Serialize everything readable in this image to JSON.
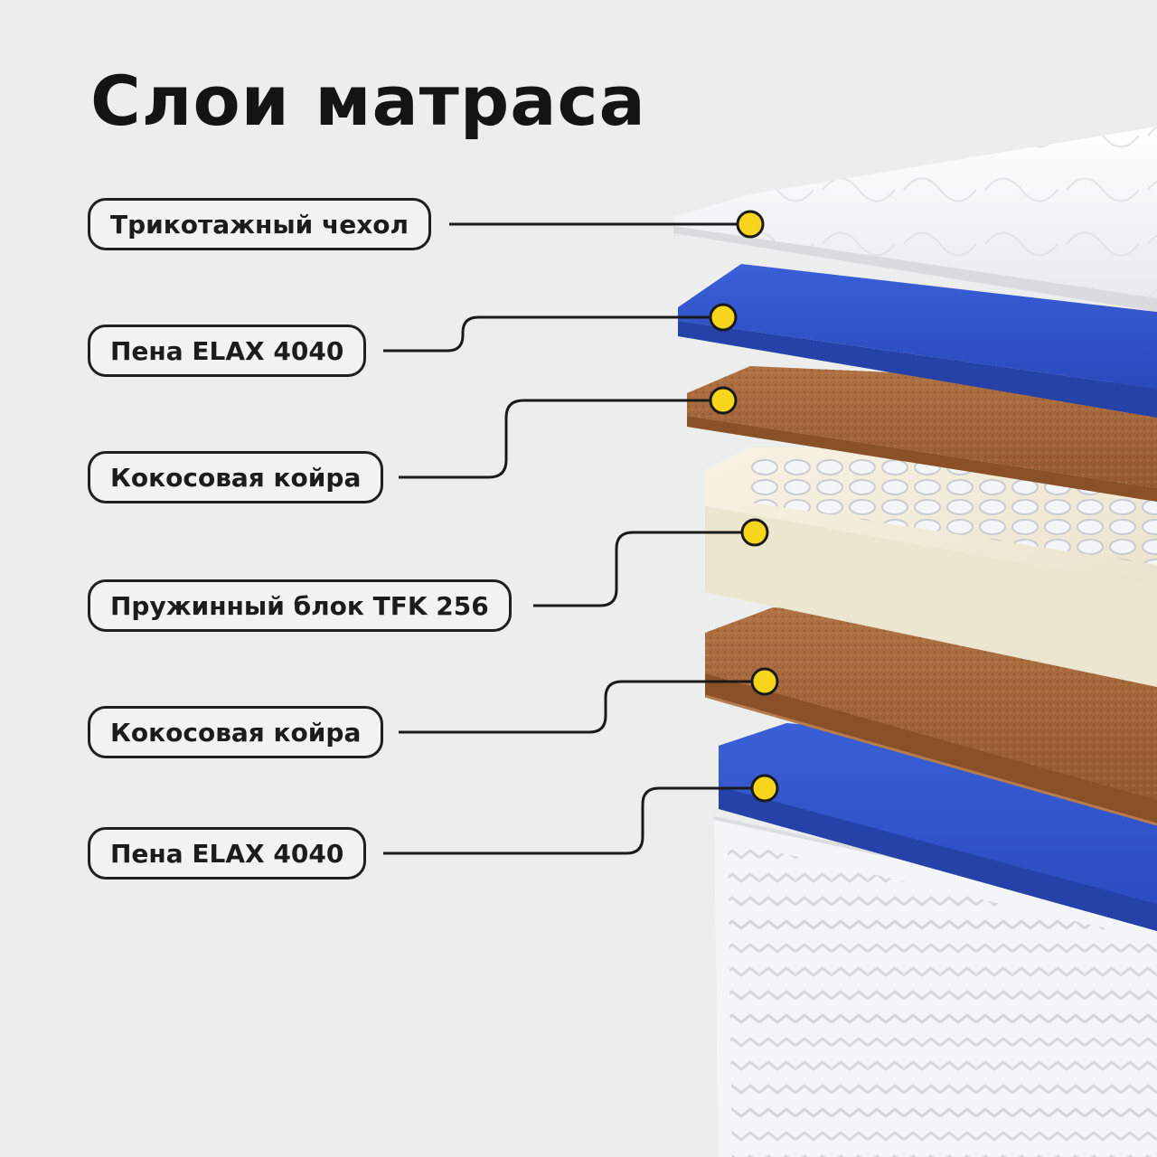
{
  "title": "Слои матраса",
  "layers": [
    {
      "label": "Трикотажный чехол"
    },
    {
      "label": "Пена ELAX 4040"
    },
    {
      "label": "Кокосовая койра"
    },
    {
      "label": "Пружинный блок TFK 256"
    },
    {
      "label": "Кокосовая койра"
    },
    {
      "label": "Пена ELAX 4040"
    }
  ],
  "colors": {
    "background": "#eceeed",
    "foam": "#2d4fc4",
    "coir": "#a8683a",
    "spring_block": "#f0ead7",
    "cover": "#ffffff",
    "marker": "#f7d51d",
    "outline": "#1f1f1f"
  }
}
